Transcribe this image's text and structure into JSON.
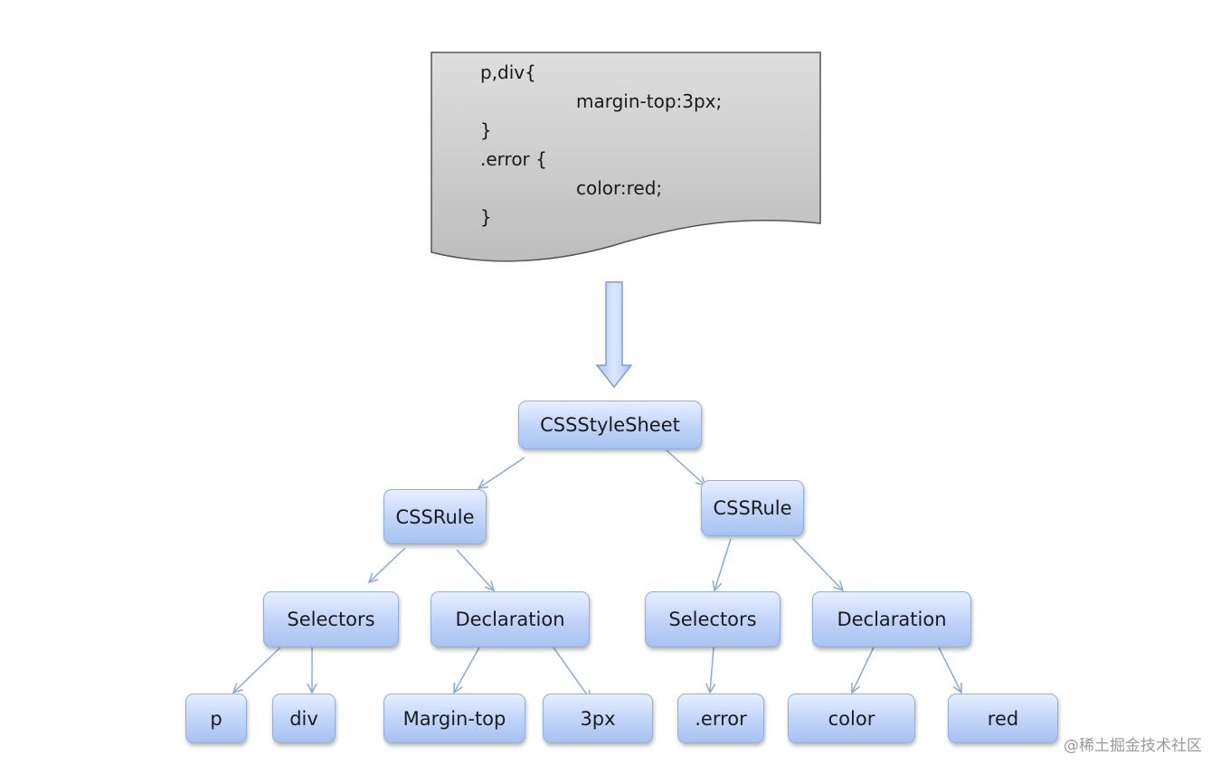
{
  "source_code": {
    "lines": [
      "p,div{",
      "margin-top:3px;",
      "}",
      ".error {",
      "color:red;",
      "}"
    ]
  },
  "tree": {
    "root": "CSSStyleSheet",
    "rule_left": "CSSRule",
    "rule_right": "CSSRule",
    "selectors_left": "Selectors",
    "declaration_left": "Declaration",
    "selectors_right": "Selectors",
    "declaration_right": "Declaration",
    "leaf_p": "p",
    "leaf_div": "div",
    "leaf_margin_top": "Margin-top",
    "leaf_3px": "3px",
    "leaf_error": ".error",
    "leaf_color": "color",
    "leaf_red": "red"
  },
  "watermark": "@稀土掘金技术社区",
  "colors": {
    "node_border": "#8fb0d8",
    "edge": "#8aaad6",
    "document_fill": "#c8c8c8",
    "arrow_fill": "#b7cdf3"
  }
}
